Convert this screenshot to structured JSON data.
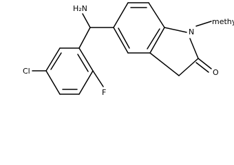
{
  "molecule": {
    "labels": {
      "amine": "H₂N",
      "nitrogen": "N",
      "methyl": "methyl",
      "oxygen": "O",
      "chlorine": "Cl",
      "fluorine": "F"
    },
    "colors": {
      "bond": "#000000",
      "text": "#000000",
      "background": "#ffffff"
    }
  }
}
